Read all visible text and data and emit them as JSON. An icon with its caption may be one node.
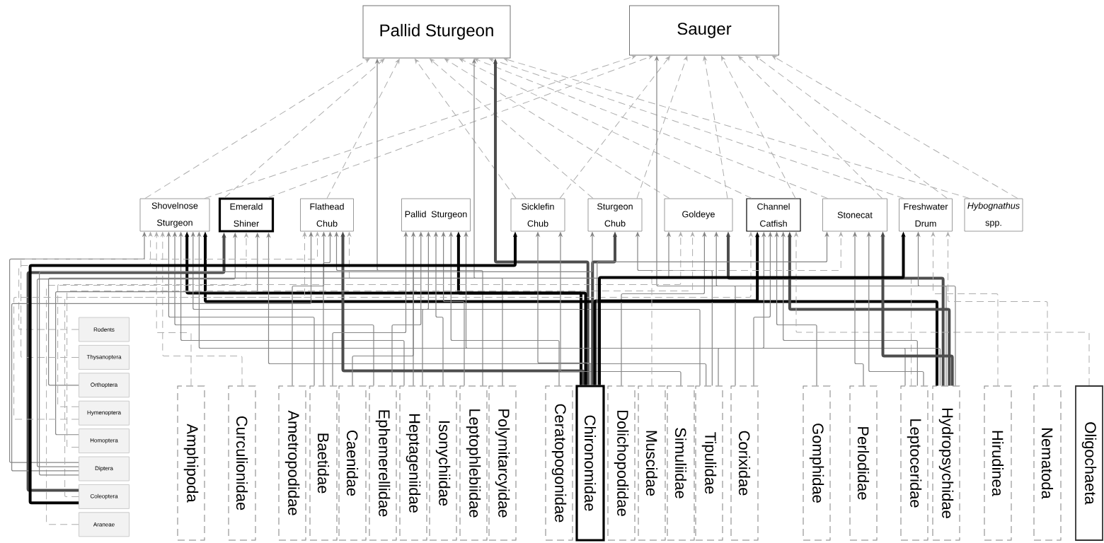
{
  "diagram": {
    "nodes": [
      {
        "text": [
          "Pallid Sturgeon"
        ]
      },
      {
        "text": [
          "Sauger"
        ]
      },
      {
        "text": [
          "Shovelnose Sturgeon"
        ]
      },
      {
        "text": [
          "Emerald Shiner"
        ]
      },
      {
        "text": [
          "Flathead Chub"
        ]
      },
      {
        "text": [
          "Pallid Sturgeon"
        ]
      },
      {
        "text": [
          "Sicklefin Chub"
        ]
      },
      {
        "text": [
          "Sturgeon Chub"
        ]
      },
      {
        "text": [
          "Goldeye"
        ]
      },
      {
        "text": [
          "Channel Catfish"
        ]
      },
      {
        "text": [
          "Stonecat"
        ]
      },
      {
        "text": [
          "Freshwater Drum"
        ]
      },
      {
        "text": [
          "*Hybognathus* spp."
        ]
      },
      {
        "text": [
          "Rodents"
        ]
      },
      {
        "text": [
          "Thysanoptera"
        ]
      },
      {
        "text": [
          "Orthoptera"
        ]
      },
      {
        "text": [
          "Hymenoptera"
        ]
      },
      {
        "text": [
          "Homoptera"
        ]
      },
      {
        "text": [
          "Diptera"
        ]
      },
      {
        "text": [
          "Coleoptera"
        ]
      },
      {
        "text": [
          "Araneae"
        ]
      },
      {
        "text": [
          "Amphipoda"
        ]
      },
      {
        "text": [
          "Curculionidae"
        ]
      },
      {
        "text": [
          "Ametropodidae"
        ]
      },
      {
        "text": [
          "Baetidae"
        ]
      },
      {
        "text": [
          "Caenidae"
        ]
      },
      {
        "text": [
          "Ephemerellidae"
        ]
      },
      {
        "text": [
          "Heptageniidae"
        ]
      },
      {
        "text": [
          "Isonychiidae"
        ]
      },
      {
        "text": [
          "Leptophlebiidae"
        ]
      },
      {
        "text": [
          "Polymitarcyidae"
        ]
      },
      {
        "text": [
          "Ceratopogonidae"
        ]
      },
      {
        "text": [
          "Chironomidae"
        ]
      },
      {
        "text": [
          "Dolichopodidae"
        ]
      },
      {
        "text": [
          "Muscidae"
        ]
      },
      {
        "text": [
          "Simuliidae"
        ]
      },
      {
        "text": [
          "Tipulidae"
        ]
      },
      {
        "text": [
          "Corixidae"
        ]
      },
      {
        "text": [
          "Gomphidae"
        ]
      },
      {
        "text": [
          "Perlodidae"
        ]
      },
      {
        "text": [
          "Leptoceridae"
        ]
      },
      {
        "text": [
          "Hydropsychidae"
        ]
      },
      {
        "text": [
          "Hirudinea"
        ]
      },
      {
        "text": [
          "Nematoda"
        ]
      },
      {
        "text": [
          "Oligochaeta"
        ]
      }
    ],
    "edges": [
      {
        "from": 2,
        "to": 0,
        "arrow": "to",
        "style": "dashed"
      },
      {
        "from": 3,
        "to": 0,
        "arrow": "to",
        "style": "dashed"
      },
      {
        "from": 4,
        "to": 0,
        "arrow": "to",
        "style": "dashed"
      },
      {
        "from": 6,
        "to": 0,
        "arrow": "to",
        "style": "dashed"
      },
      {
        "from": 7,
        "to": 0,
        "arrow": "to",
        "style": "dashed"
      },
      {
        "from": 8,
        "to": 0,
        "arrow": "to",
        "style": "dashed"
      },
      {
        "from": 9,
        "to": 0,
        "arrow": "to",
        "style": "dashed"
      },
      {
        "from": 10,
        "to": 0,
        "arrow": "to",
        "style": "dashed"
      },
      {
        "from": 11,
        "to": 0,
        "arrow": "to",
        "style": "dashed"
      },
      {
        "from": 12,
        "to": 0,
        "arrow": "to",
        "style": "dashed"
      },
      {
        "from": 2,
        "to": 1,
        "arrow": "to",
        "style": "dashed"
      },
      {
        "from": 3,
        "to": 1,
        "arrow": "to",
        "style": "dashed"
      },
      {
        "from": 6,
        "to": 1,
        "arrow": "to",
        "style": "dashed"
      },
      {
        "from": 7,
        "to": 1,
        "arrow": "to",
        "style": "dashed"
      },
      {
        "from": 8,
        "to": 1,
        "arrow": "to",
        "style": "dashed"
      },
      {
        "from": 9,
        "to": 1,
        "arrow": "to",
        "style": "dashed"
      },
      {
        "from": 10,
        "to": 1,
        "arrow": "to",
        "style": "dashed"
      },
      {
        "from": 11,
        "to": 1,
        "arrow": "to",
        "style": "dashed"
      },
      {
        "from": 12,
        "to": 1,
        "arrow": "to",
        "style": "dashed"
      },
      {
        "from": 32,
        "to": 0,
        "arrow": "to",
        "style": "thick",
        "color": "#4d4d4d"
      },
      {
        "from": 29,
        "to": 0,
        "arrow": "to"
      },
      {
        "from": 30,
        "to": 0,
        "arrow": "to"
      },
      {
        "from": 41,
        "to": 1,
        "arrow": "to"
      },
      {
        "from": 32,
        "to": 2,
        "arrow": "to",
        "style": "thick",
        "color": "#000000"
      },
      {
        "from": 41,
        "to": 2,
        "arrow": "to",
        "style": "thick",
        "color": "#000000"
      },
      {
        "from": 36,
        "to": 2,
        "arrow": "to"
      },
      {
        "from": 24,
        "to": 2,
        "arrow": "to"
      },
      {
        "from": 26,
        "to": 2,
        "arrow": "to"
      },
      {
        "from": 18,
        "to": 2,
        "arrow": "to"
      },
      {
        "from": 21,
        "to": 2,
        "arrow": "to",
        "style": "dashed"
      },
      {
        "from": 27,
        "to": 2,
        "arrow": "to"
      },
      {
        "from": 40,
        "to": 2,
        "arrow": "to"
      },
      {
        "from": 22,
        "to": 2,
        "arrow": "to",
        "style": "dashed"
      },
      {
        "from": 13,
        "to": 2,
        "arrow": "to",
        "style": "dashed"
      },
      {
        "from": 19,
        "to": 3,
        "arrow": "to",
        "style": "thick",
        "color": "#4d4d4d"
      },
      {
        "from": 36,
        "to": 3,
        "arrow": "to"
      },
      {
        "from": 18,
        "to": 3,
        "arrow": "to"
      },
      {
        "from": 20,
        "to": 3,
        "arrow": "to",
        "style": "dashed"
      },
      {
        "from": 17,
        "to": 3,
        "arrow": "to"
      },
      {
        "from": 32,
        "to": 4,
        "arrow": "to",
        "style": "thick",
        "color": "#4d4d4d"
      },
      {
        "from": 24,
        "to": 4,
        "arrow": "to"
      },
      {
        "from": 27,
        "to": 4,
        "arrow": "to"
      },
      {
        "from": 19,
        "to": 4,
        "arrow": "to",
        "style": "dashed"
      },
      {
        "from": 18,
        "to": 4,
        "arrow": "to"
      },
      {
        "from": 40,
        "to": 4,
        "arrow": "to",
        "style": "dashed"
      },
      {
        "from": 23,
        "to": 4,
        "arrow": "to"
      },
      {
        "from": 14,
        "to": 4,
        "arrow": "to",
        "style": "dashed"
      },
      {
        "from": 32,
        "to": 5,
        "arrow": "to",
        "style": "thick",
        "color": "#000000"
      },
      {
        "from": 29,
        "to": 5,
        "arrow": "to"
      },
      {
        "from": 27,
        "to": 5,
        "arrow": "to"
      },
      {
        "from": 28,
        "to": 5,
        "arrow": "to"
      },
      {
        "from": 26,
        "to": 5,
        "arrow": "to"
      },
      {
        "from": 24,
        "to": 5,
        "arrow": "to"
      },
      {
        "from": 31,
        "to": 5,
        "arrow": "to"
      },
      {
        "from": 41,
        "to": 5,
        "arrow": "to"
      },
      {
        "from": 25,
        "to": 5,
        "arrow": "to"
      },
      {
        "from": 19,
        "to": 6,
        "arrow": "to",
        "style": "thick",
        "color": "#000000"
      },
      {
        "from": 32,
        "to": 6,
        "arrow": "to"
      },
      {
        "from": 35,
        "to": 6,
        "arrow": "to"
      },
      {
        "from": 32,
        "to": 7,
        "arrow": "to",
        "style": "thick",
        "color": "#4d4d4d"
      },
      {
        "from": 36,
        "to": 7,
        "arrow": "to"
      },
      {
        "from": 18,
        "to": 7,
        "arrow": "to"
      },
      {
        "from": 41,
        "to": 8,
        "arrow": "to",
        "style": "thick",
        "color": "#4d4d4d"
      },
      {
        "from": 15,
        "to": 8,
        "arrow": "to"
      },
      {
        "from": 16,
        "to": 8,
        "arrow": "to",
        "style": "dashed"
      },
      {
        "from": 37,
        "to": 8,
        "arrow": "to"
      },
      {
        "from": 17,
        "to": 8,
        "arrow": "to",
        "style": "dashed"
      },
      {
        "from": 33,
        "to": 8,
        "arrow": "to"
      },
      {
        "from": 32,
        "to": 9,
        "arrow": "to",
        "style": "thick",
        "color": "#000000"
      },
      {
        "from": 41,
        "to": 9,
        "arrow": "to",
        "style": "thick",
        "color": "#4d4d4d"
      },
      {
        "from": 37,
        "to": 9,
        "arrow": "to"
      },
      {
        "from": 38,
        "to": 9,
        "arrow": "to"
      },
      {
        "from": 44,
        "to": 9,
        "arrow": "to",
        "style": "dashed"
      },
      {
        "from": 40,
        "to": 9,
        "arrow": "to"
      },
      {
        "from": 36,
        "to": 9,
        "arrow": "to"
      },
      {
        "from": 16,
        "to": 9,
        "arrow": "to",
        "style": "dashed"
      },
      {
        "from": 41,
        "to": 10,
        "arrow": "to",
        "style": "thick",
        "color": "#4d4d4d"
      },
      {
        "from": 39,
        "to": 10,
        "arrow": "to"
      },
      {
        "from": 40,
        "to": 10,
        "arrow": "to"
      },
      {
        "from": 32,
        "to": 10,
        "arrow": "to"
      },
      {
        "from": 34,
        "to": 10,
        "arrow": "to",
        "style": "dashed"
      },
      {
        "from": 32,
        "to": 11,
        "arrow": "to",
        "style": "thick",
        "color": "#000000"
      },
      {
        "from": 41,
        "to": 11,
        "arrow": "to"
      },
      {
        "from": 42,
        "to": 11,
        "arrow": "to",
        "style": "dashed"
      },
      {
        "from": 43,
        "to": 11,
        "arrow": "to",
        "style": "dashed"
      }
    ]
  }
}
